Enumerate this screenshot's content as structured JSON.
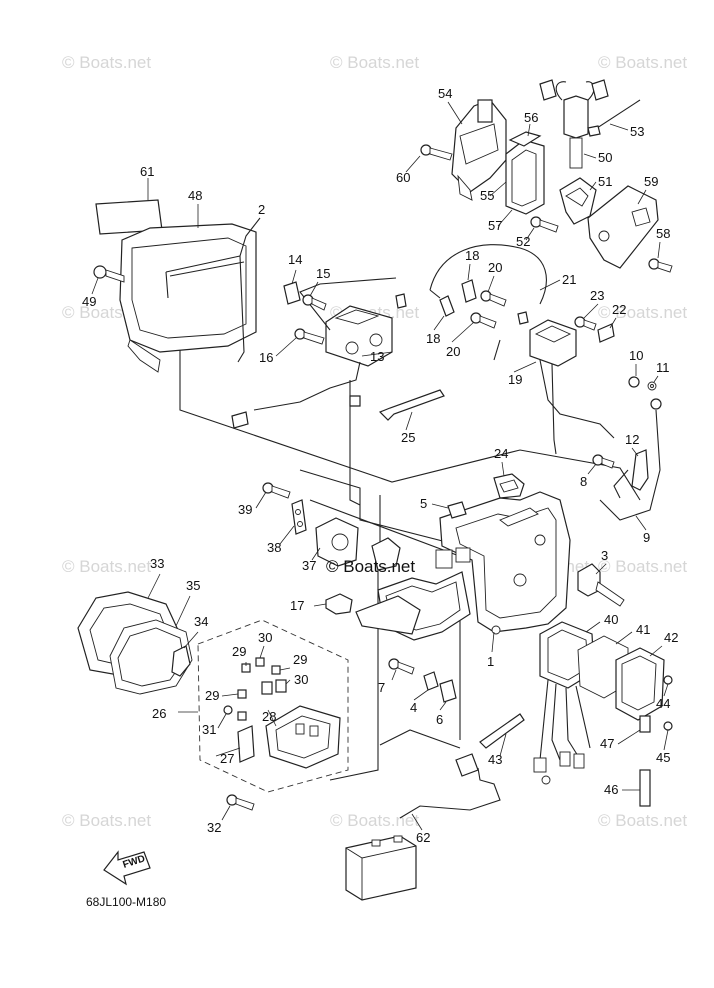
{
  "diagram": {
    "drawing_code": "68JL100-M180",
    "direction_label": "FWD",
    "watermarks": [
      "© Boats.net",
      "© Boats.net",
      "© Boats.net",
      "© Boats.net",
      "© Boats.net",
      "© Boats.net",
      "© Boats.net",
      "© Boats.net",
      "© Boats.net",
      "© Boats.net",
      "© Boats.net",
      "© Boats.net"
    ],
    "center_watermark": "© Boats.net",
    "part_numbers": [
      "1",
      "2",
      "3",
      "4",
      "5",
      "6",
      "7",
      "8",
      "9",
      "10",
      "11",
      "12",
      "13",
      "14",
      "15",
      "16",
      "17",
      "18",
      "18",
      "19",
      "20",
      "20",
      "21",
      "22",
      "23",
      "24",
      "25",
      "26",
      "27",
      "28",
      "29",
      "29",
      "29",
      "30",
      "30",
      "31",
      "32",
      "33",
      "34",
      "35",
      "37",
      "38",
      "39",
      "40",
      "41",
      "42",
      "43",
      "44",
      "45",
      "46",
      "47",
      "48",
      "49",
      "50",
      "51",
      "52",
      "53",
      "54",
      "55",
      "56",
      "57",
      "58",
      "59",
      "60",
      "61",
      "62"
    ]
  }
}
